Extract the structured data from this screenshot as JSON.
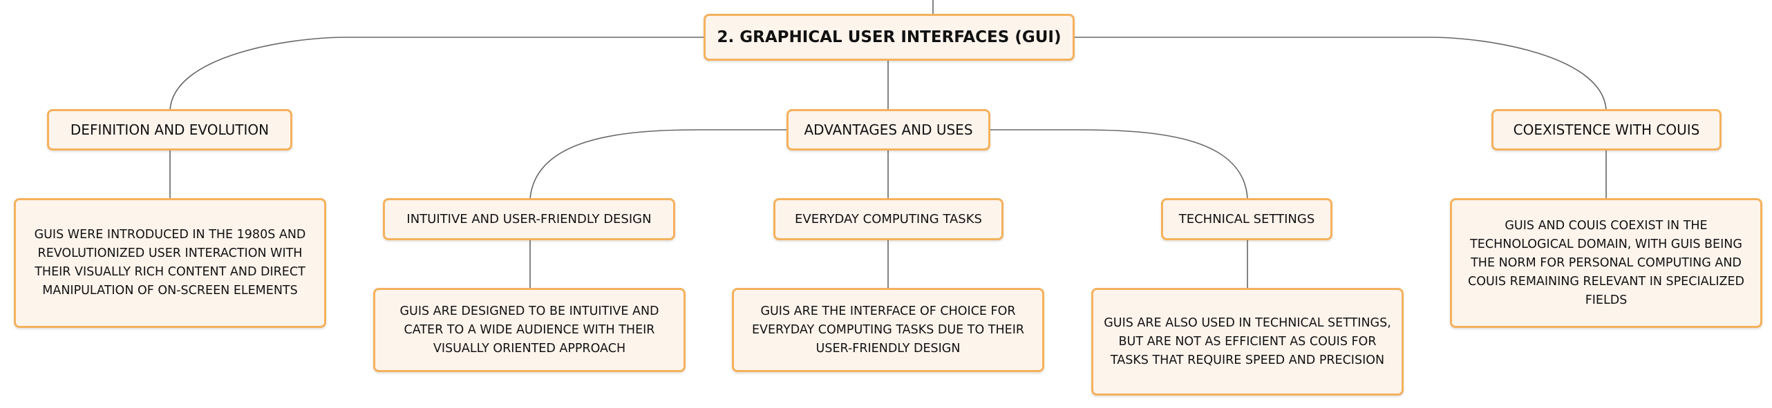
{
  "root": {
    "label": "2. GRAPHICAL USER INTERFACES (GUI)"
  },
  "branches": {
    "definition": {
      "label": "DEFINITION AND EVOLUTION",
      "detail": "GUIS WERE INTRODUCED IN THE 1980S AND REVOLUTIONIZED USER INTERACTION WITH THEIR VISUALLY RICH CONTENT AND DIRECT MANIPULATION OF ON-SCREEN ELEMENTS"
    },
    "advantages": {
      "label": "ADVANTAGES AND USES",
      "topics": [
        {
          "label": "INTUITIVE AND USER-FRIENDLY DESIGN",
          "detail": "GUIS ARE DESIGNED TO BE INTUITIVE AND CATER TO A WIDE AUDIENCE WITH THEIR VISUALLY ORIENTED APPROACH"
        },
        {
          "label": "EVERYDAY COMPUTING TASKS",
          "detail": "GUIS ARE THE INTERFACE OF CHOICE FOR EVERYDAY COMPUTING TASKS DUE TO THEIR USER-FRIENDLY DESIGN"
        },
        {
          "label": "TECHNICAL SETTINGS",
          "detail": "GUIS ARE ALSO USED IN TECHNICAL SETTINGS, BUT ARE NOT AS EFFICIENT AS COUIS FOR TASKS THAT REQUIRE SPEED AND PRECISION"
        }
      ]
    },
    "coexistence": {
      "label": "COEXISTENCE WITH COUIS",
      "detail": "GUIS AND COUIS COEXIST IN THE TECHNOLOGICAL DOMAIN, WITH GUIS BEING THE NORM FOR PERSONAL COMPUTING AND COUIS REMAINING RELEVANT IN SPECIALIZED FIELDS"
    }
  },
  "colors": {
    "node_fill": "#fdf4ec",
    "node_border": "#f5b15c",
    "connector": "#666666"
  }
}
